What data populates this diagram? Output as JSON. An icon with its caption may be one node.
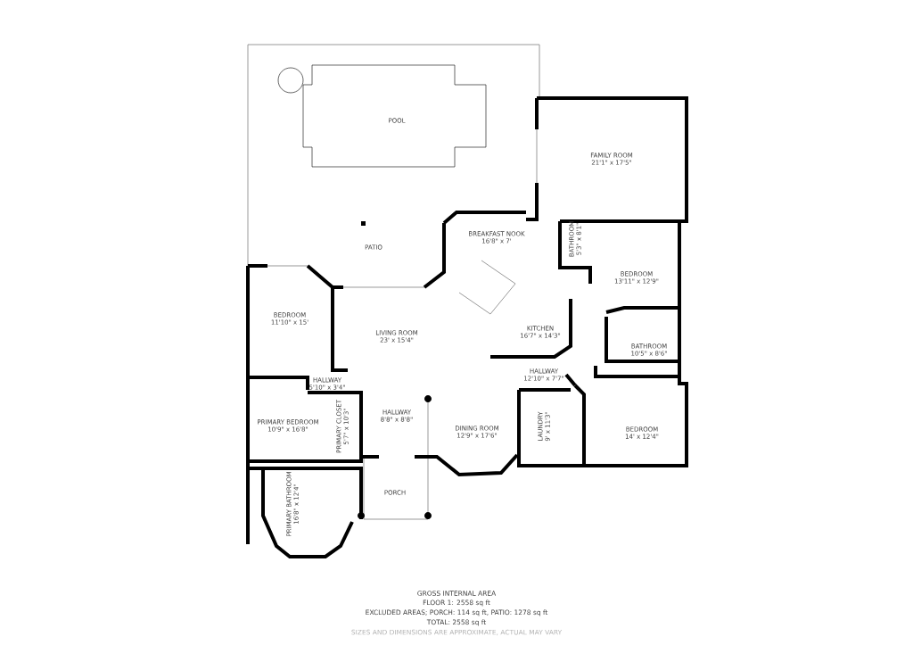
{
  "diagram": {
    "nodes": [
      {
        "text": [
          "POOL"
        ]
      },
      {
        "text": [
          "FAMILY ROOM",
          "21'1\" x 17'5\""
        ]
      },
      {
        "text": [
          "BREAKFAST NOOK",
          "16'8\" x 7'"
        ]
      },
      {
        "text": [
          "PATIO"
        ]
      },
      {
        "text": [
          "BATHROOM",
          "5'3\" x 8'1\""
        ]
      },
      {
        "text": [
          "BEDROOM",
          "13'11\" x 12'9\""
        ]
      },
      {
        "text": [
          "BEDROOM",
          "11'10\" x 15'"
        ]
      },
      {
        "text": [
          "LIVING ROOM",
          "23' x 15'4\""
        ]
      },
      {
        "text": [
          "KITCHEN",
          "16'7\" x 14'3\""
        ]
      },
      {
        "text": [
          "BATHROOM",
          "10'5\" x 8'6\""
        ]
      },
      {
        "text": [
          "HALLWAY",
          "5'10\" x 3'4\""
        ]
      },
      {
        "text": [
          "HALLWAY",
          "12'10\" x 7'7\""
        ]
      },
      {
        "text": [
          "HALLWAY",
          "8'8\" x 8'8\""
        ]
      },
      {
        "text": [
          "PRIMARY BEDROOM",
          "10'9\" x 16'8\""
        ]
      },
      {
        "text": [
          "PRIMARY CLOSET",
          "5'7\" x 10'3\""
        ]
      },
      {
        "text": [
          "DINING ROOM",
          "12'9\" x 17'6\""
        ]
      },
      {
        "text": [
          "LAUNDRY",
          "9' x 11'3\""
        ]
      },
      {
        "text": [
          "BEDROOM",
          "14' x 12'4\""
        ]
      },
      {
        "text": [
          "PORCH"
        ]
      },
      {
        "text": [
          "PRIMARY BATHROOM",
          "16'8\" x 12'4\""
        ]
      }
    ],
    "labels": [
      "GROSS INTERNAL AREA",
      "FLOOR 1: 2558 sq ft",
      "EXCLUDED AREAS; PORCH: 114 sq ft, PATIO: 1278 sq ft",
      "TOTAL: 2558 sq ft",
      "SIZES AND DIMENSIONS ARE APPROXIMATE, ACTUAL MAY VARY"
    ]
  }
}
